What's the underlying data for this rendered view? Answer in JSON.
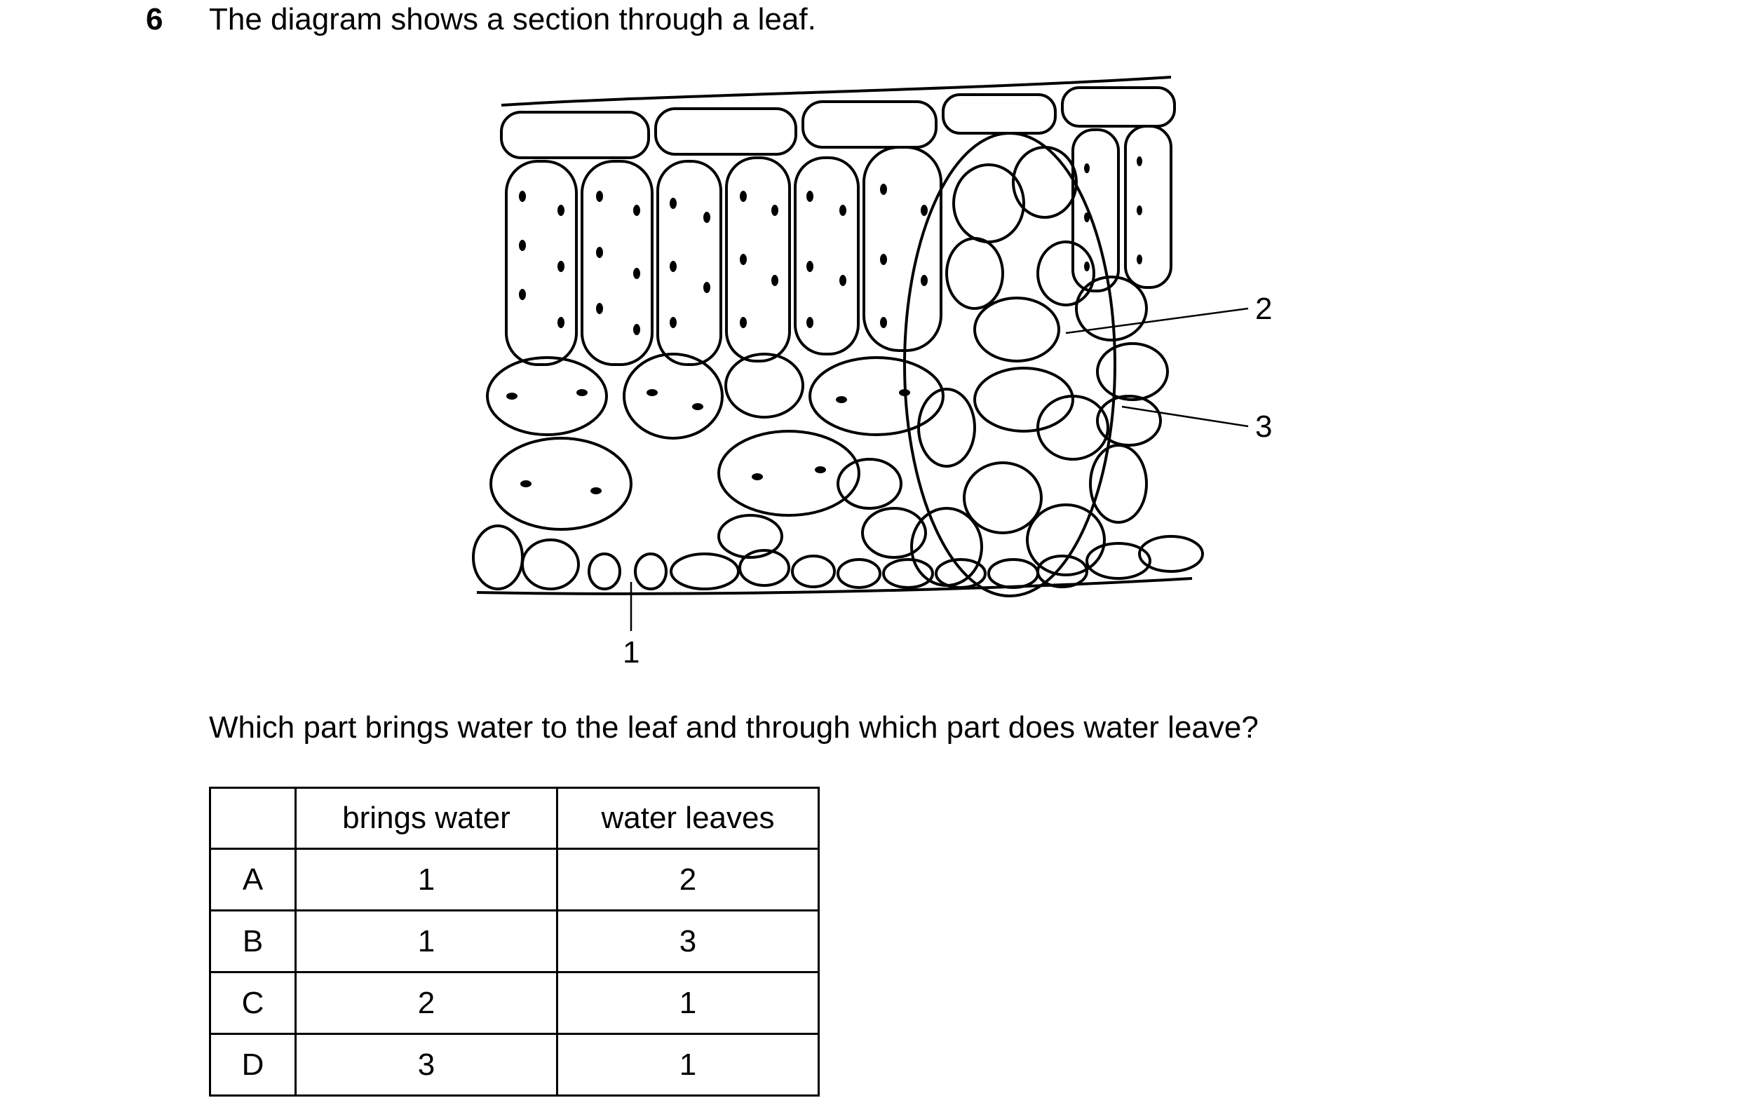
{
  "question": {
    "number": "6",
    "stem": "The diagram shows a section through a leaf.",
    "prompt": "Which part brings water to the leaf and through which part does water leave?"
  },
  "diagram": {
    "labels": [
      "1",
      "2",
      "3"
    ]
  },
  "table": {
    "headers": [
      "",
      "brings water",
      "water leaves"
    ],
    "rows": [
      {
        "option": "A",
        "brings_water": "1",
        "water_leaves": "2"
      },
      {
        "option": "B",
        "brings_water": "1",
        "water_leaves": "3"
      },
      {
        "option": "C",
        "brings_water": "2",
        "water_leaves": "1"
      },
      {
        "option": "D",
        "brings_water": "3",
        "water_leaves": "1"
      }
    ]
  }
}
